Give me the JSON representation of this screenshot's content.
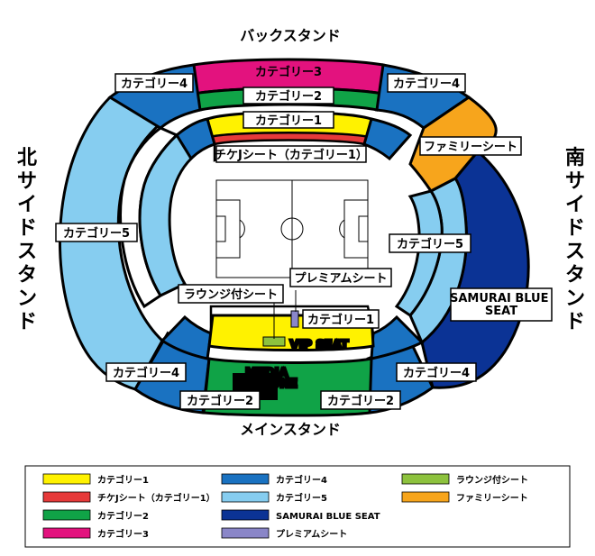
{
  "colors": {
    "category1": "#fff200",
    "chike_j": "#e63a3a",
    "category2": "#10a347",
    "category3": "#e3127e",
    "category4": "#1a72c1",
    "category5": "#86cdf0",
    "samurai_blue": "#0b3395",
    "premium": "#8a86c8",
    "lounge": "#8dc23e",
    "family": "#f7a51c",
    "black": "#000000",
    "white": "#ffffff"
  },
  "stands": {
    "back": "バックスタンド",
    "main": "メインスタンド",
    "north": "北サイドスタンド",
    "south": "南サイドスタンド"
  },
  "labels": {
    "category3": "カテゴリー3",
    "category2_top": "カテゴリー2",
    "category1_top": "カテゴリー1",
    "chike_j": "チケJシート（カテゴリー1）",
    "category4_tl": "カテゴリー4",
    "category4_tr": "カテゴリー4",
    "family": "ファミリーシート",
    "category5_left": "カテゴリー5",
    "category5_right": "カテゴリー5",
    "samurai_blue": "SAMURAI BLUE SEAT",
    "premium": "プレミアムシート",
    "lounge": "ラウンジ付シート",
    "category1_bottom": "カテゴリー1",
    "vip": "VIP SEAT",
    "media": "MEDIA TRIBUNE",
    "category4_bl": "カテゴリー4",
    "category4_br": "カテゴリー4",
    "category2_bl": "カテゴリー2",
    "category2_br": "カテゴリー2"
  },
  "legend": [
    {
      "label": "カテゴリー1",
      "color": "#fff200"
    },
    {
      "label": "チケJシート（カテゴリー1）",
      "color": "#e63a3a"
    },
    {
      "label": "カテゴリー2",
      "color": "#10a347"
    },
    {
      "label": "カテゴリー3",
      "color": "#e3127e"
    },
    {
      "label": "カテゴリー4",
      "color": "#1a72c1"
    },
    {
      "label": "カテゴリー5",
      "color": "#86cdf0"
    },
    {
      "label": "SAMURAI BLUE SEAT",
      "color": "#0b3395"
    },
    {
      "label": "プレミアムシート",
      "color": "#8a86c8"
    },
    {
      "label": "ラウンジ付シート",
      "color": "#8dc23e"
    },
    {
      "label": "ファミリーシート",
      "color": "#f7a51c"
    }
  ]
}
